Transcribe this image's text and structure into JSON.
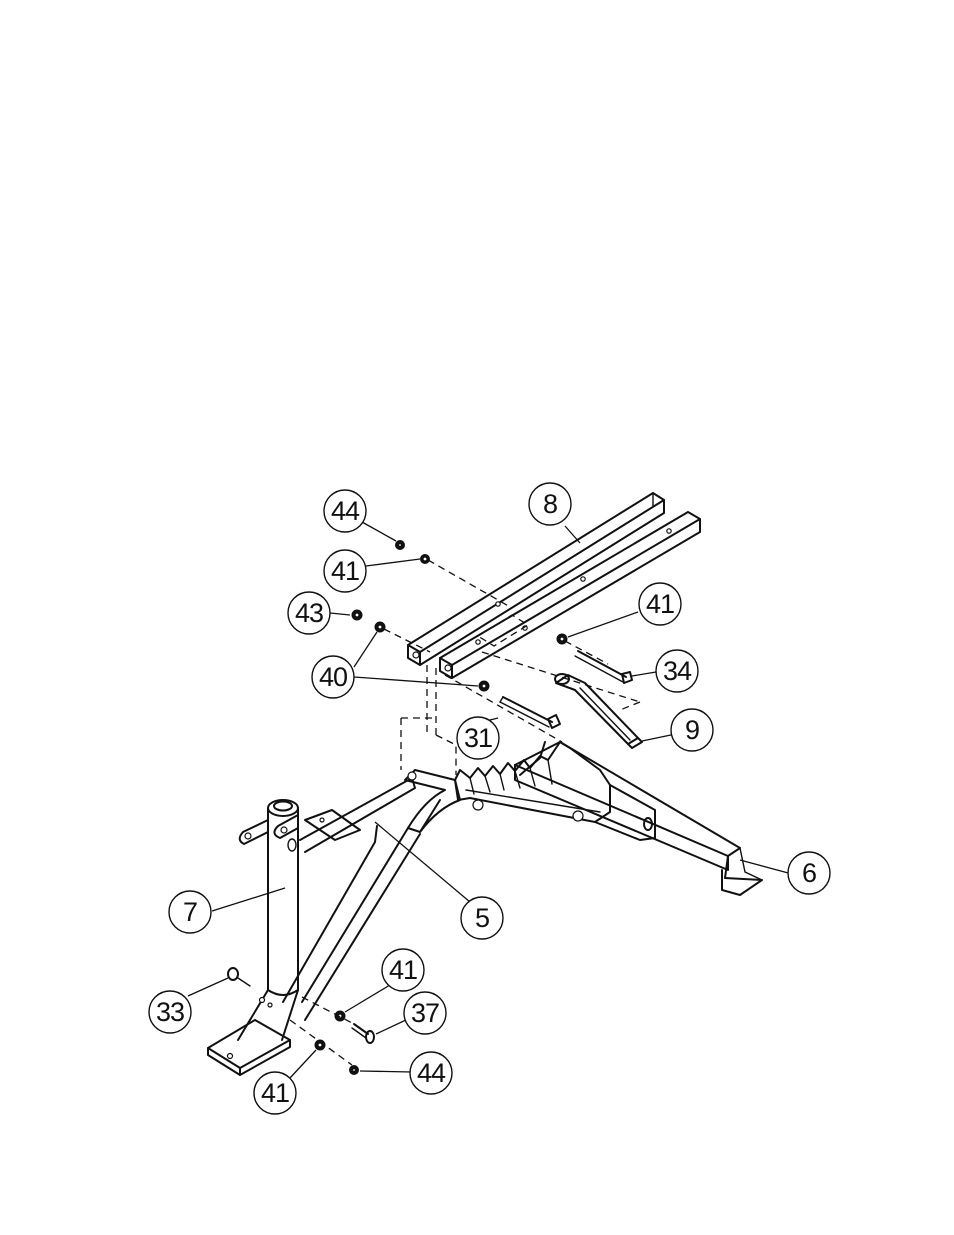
{
  "callouts": [
    {
      "id": "c44a",
      "label": "44"
    },
    {
      "id": "c8",
      "label": "8"
    },
    {
      "id": "c41a",
      "label": "41"
    },
    {
      "id": "c43",
      "label": "43"
    },
    {
      "id": "c41b",
      "label": "41"
    },
    {
      "id": "c40",
      "label": "40"
    },
    {
      "id": "c34",
      "label": "34"
    },
    {
      "id": "c31",
      "label": "31"
    },
    {
      "id": "c9",
      "label": "9"
    },
    {
      "id": "c6",
      "label": "6"
    },
    {
      "id": "c7",
      "label": "7"
    },
    {
      "id": "c5",
      "label": "5"
    },
    {
      "id": "c41c",
      "label": "41"
    },
    {
      "id": "c33",
      "label": "33"
    },
    {
      "id": "c37",
      "label": "37"
    },
    {
      "id": "c44b",
      "label": "44"
    },
    {
      "id": "c41d",
      "label": "41"
    }
  ]
}
